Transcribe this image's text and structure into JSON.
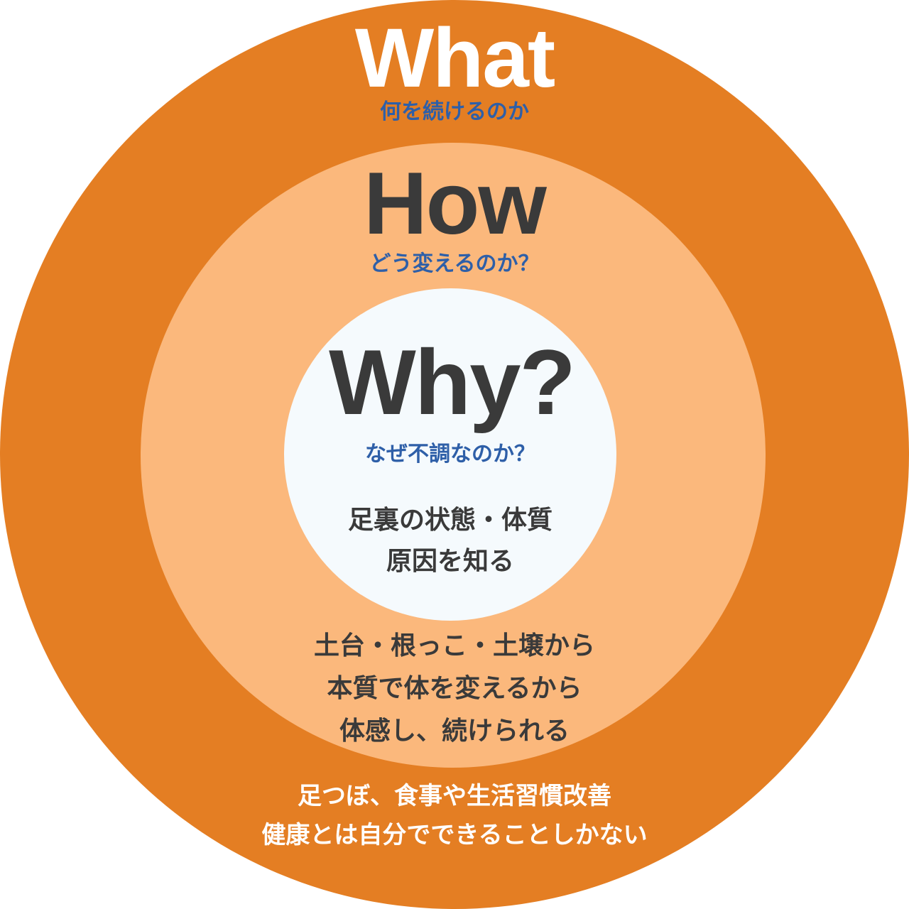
{
  "colors": {
    "outer": "#E47E23",
    "middle": "#FBB87C",
    "inner": "#F5FAFD",
    "subtitle": "#2E5FA8",
    "text": "#3A3A3A"
  },
  "what": {
    "title": "What",
    "subtitle": "何を続けるのか",
    "lines": [
      "足つぼ、食事や生活習慣改善",
      "健康とは自分でできることしかない"
    ]
  },
  "how": {
    "title": "How",
    "subtitle": "どう変えるのか？",
    "lines": [
      "土台・根っこ・土壌から",
      "本質で体を変えるから",
      "体感し、続けられる"
    ]
  },
  "why": {
    "title": "Why?",
    "subtitle": "なぜ不調なのか？",
    "lines": [
      "足裏の状態・体質",
      "原因を知る"
    ]
  }
}
